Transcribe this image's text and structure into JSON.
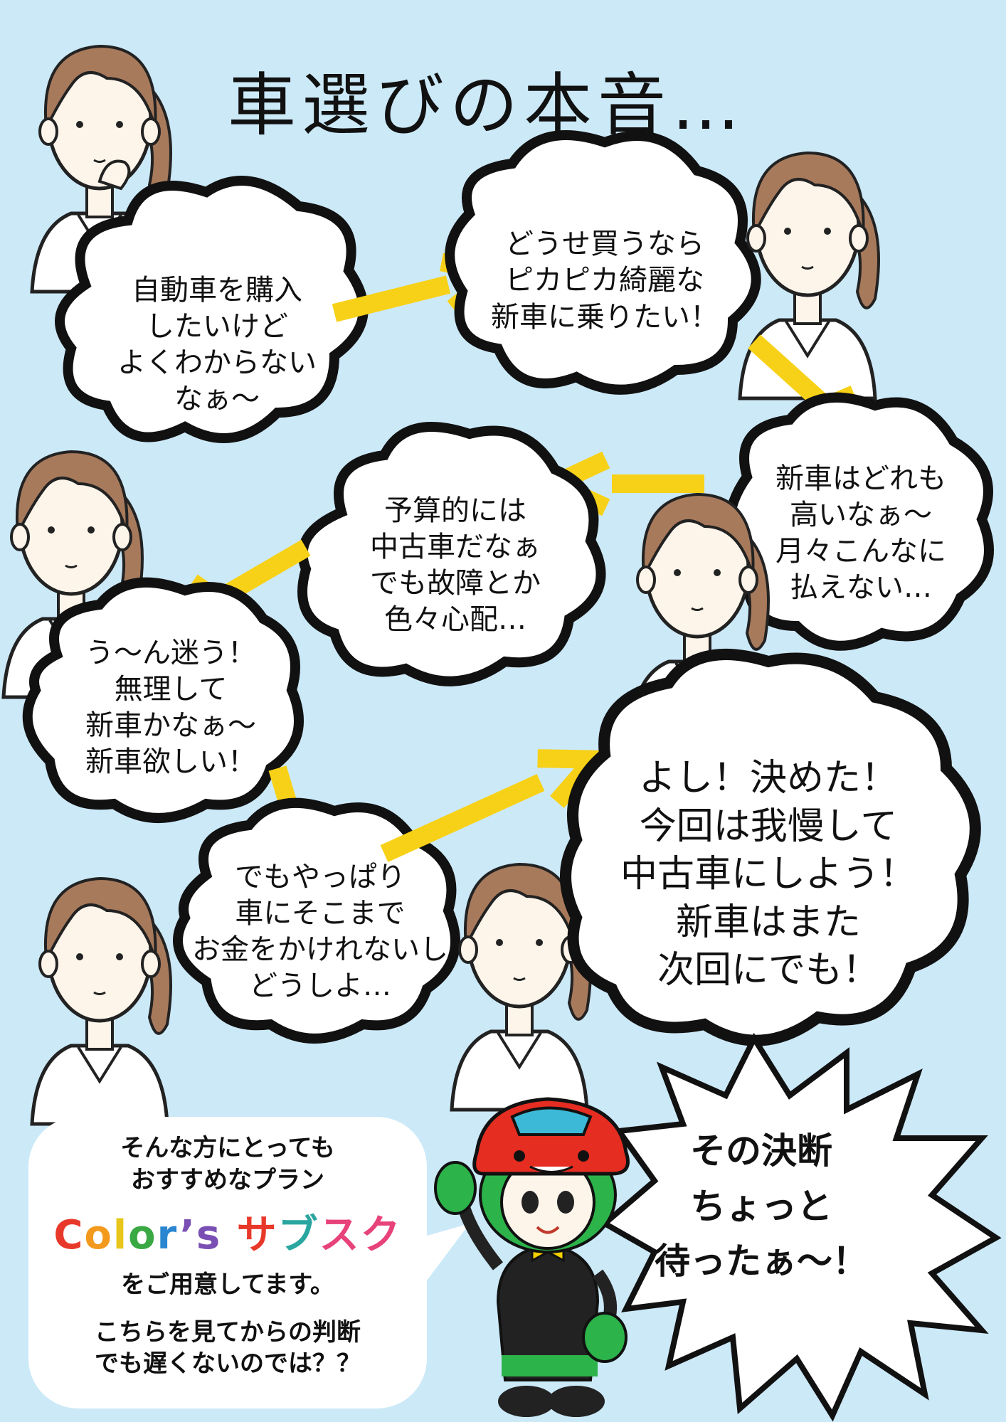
{
  "title": "車選びの本音…",
  "bubbles": {
    "b1": [
      "自動車を購入",
      "したいけど",
      "よくわからない",
      "なぁ～"
    ],
    "b2": [
      "どうせ買うなら",
      "ピカピカ綺麗な",
      "新車に乗りたい！"
    ],
    "b3": [
      "新車はどれも",
      "高いなぁ～",
      "月々こんなに",
      "払えない…"
    ],
    "b4": [
      "予算的には",
      "中古車だなぁ",
      "でも故障とか",
      "色々心配…"
    ],
    "b5": [
      "う～ん迷う！",
      "無理して",
      "新車かなぁ～",
      "新車欲しい！"
    ],
    "b6": [
      "でもやっぱり",
      "車にそこまで",
      "お金をかけれないし",
      "どうしよ…"
    ],
    "b7": [
      "よし！決めた！",
      "今回は我慢して",
      "中古車にしよう！",
      "新車はまた",
      "次回にでも！"
    ]
  },
  "cta": {
    "line1": "そんな方にとっても",
    "line2": "おすすめなプラン",
    "logo_parts": [
      "C",
      "o",
      "l",
      "o",
      "r",
      "’s",
      " サ",
      "ブ",
      "スク"
    ],
    "line3": "をご用意してます。",
    "line4": "こちらを見てからの判断",
    "line5": "でも遅くないのでは？？"
  },
  "burst": [
    "その決断",
    "ちょっと",
    "待ったぁ～！"
  ],
  "colors": {
    "background": "#cce9f8",
    "arrow": "#f7d117",
    "hair": "#a87a5c",
    "skin": "#fdf5ea",
    "mascot_red": "#e52d22",
    "mascot_green": "#2cb34a"
  }
}
